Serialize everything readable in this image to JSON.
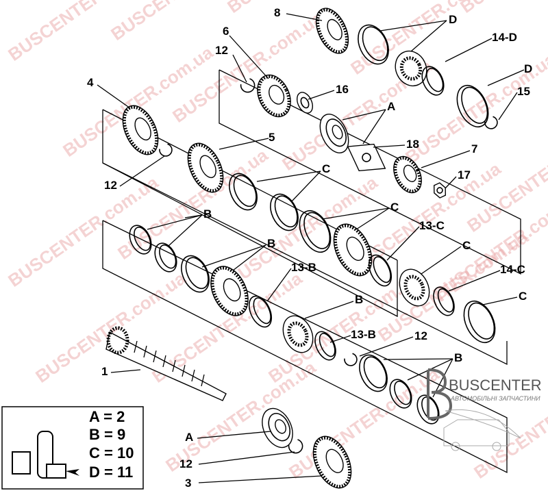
{
  "callouts": [
    {
      "id": "c8",
      "text": "8"
    },
    {
      "id": "cD1",
      "text": "D"
    },
    {
      "id": "c14D",
      "text": "14-D"
    },
    {
      "id": "c6",
      "text": "6"
    },
    {
      "id": "c12a",
      "text": "12"
    },
    {
      "id": "cD2",
      "text": "D"
    },
    {
      "id": "c4",
      "text": "4"
    },
    {
      "id": "c16",
      "text": "16"
    },
    {
      "id": "cA1",
      "text": "A"
    },
    {
      "id": "c15",
      "text": "15"
    },
    {
      "id": "c18",
      "text": "18"
    },
    {
      "id": "c5",
      "text": "5"
    },
    {
      "id": "c7",
      "text": "7"
    },
    {
      "id": "cC1",
      "text": "C"
    },
    {
      "id": "c17",
      "text": "17"
    },
    {
      "id": "c12b",
      "text": "12"
    },
    {
      "id": "cB1",
      "text": "B"
    },
    {
      "id": "cC2",
      "text": "C"
    },
    {
      "id": "c13C",
      "text": "13-C"
    },
    {
      "id": "cB2",
      "text": "B"
    },
    {
      "id": "cC3",
      "text": "C"
    },
    {
      "id": "c13B1",
      "text": "13-B"
    },
    {
      "id": "c14C",
      "text": "14-C"
    },
    {
      "id": "cC4",
      "text": "C"
    },
    {
      "id": "cB3",
      "text": "B"
    },
    {
      "id": "c13B2",
      "text": "13-B"
    },
    {
      "id": "c12c",
      "text": "12"
    },
    {
      "id": "cB4",
      "text": "B"
    },
    {
      "id": "c1",
      "text": "1"
    },
    {
      "id": "cA2",
      "text": "A"
    },
    {
      "id": "c12d",
      "text": "12"
    },
    {
      "id": "c3",
      "text": "3"
    }
  ],
  "legend": {
    "rows": [
      "A = 2",
      "B = 9",
      "C = 10",
      "D = 11"
    ]
  },
  "logo": {
    "name": "BUSCENTER",
    "tagline": "АВТОМОБІЛЬНІ ЗАПЧАСТИНИ"
  },
  "watermark": "BUSCENTER.com.ua"
}
